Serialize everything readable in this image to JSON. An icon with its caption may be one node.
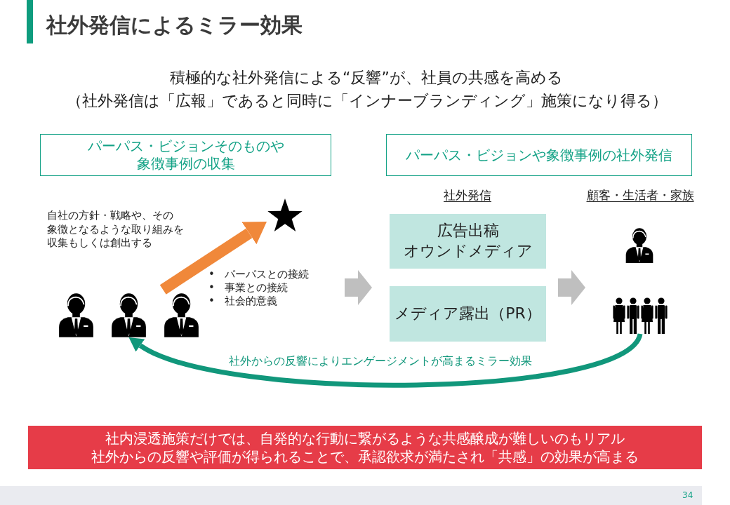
{
  "diagram": {
    "title": "社外発信によるミラー効果",
    "nodes": [
      {
        "text": [
          "パーパス・ビジョンそのものや象徴事例の収集"
        ]
      },
      {
        "text": [
          "パーパス・ビジョンや象徴事例の社外発信"
        ]
      },
      {
        "text": [],
        "shape": "person"
      },
      {
        "text": [],
        "shape": "star"
      },
      {
        "text": [
          "広告出稿",
          "オウンドメディア"
        ]
      },
      {
        "text": [
          "メディア露出（PR）"
        ]
      },
      {
        "text": [],
        "shape": "person"
      },
      {
        "text": [],
        "shape": "person"
      },
      {
        "text": [
          "社内浸透施策だけでは、自発的な行動に繋がるような共感醸成が難しいのもリアル",
          "社外からの反響や評価が得られることで、承認欲求が満たされ「共感」の効果が高まる"
        ]
      }
    ],
    "edges": [
      {
        "from": 2,
        "to": 3,
        "arrow": "to",
        "style": "thick",
        "color": "#f0883a"
      },
      {
        "from": 7,
        "to": 2,
        "arrow": "to",
        "color": "#11977b",
        "label": "社外からの反響によりエンゲージメントが高まるミラー効果"
      }
    ],
    "labels": [
      "積極的な社外発信による“反響”が、社員の共感を高める",
      "（社外発信は「広報」であると同時に「インナーブランディング」施策になり得る）",
      "社外発信",
      "顧客・生活者・家族",
      "自社の方針・戦略や、その象徴となるような取り組みを収集もしくは創出する",
      "• パーパスとの接続",
      "• 事業との接続",
      "• 社会的意義",
      "34"
    ]
  }
}
